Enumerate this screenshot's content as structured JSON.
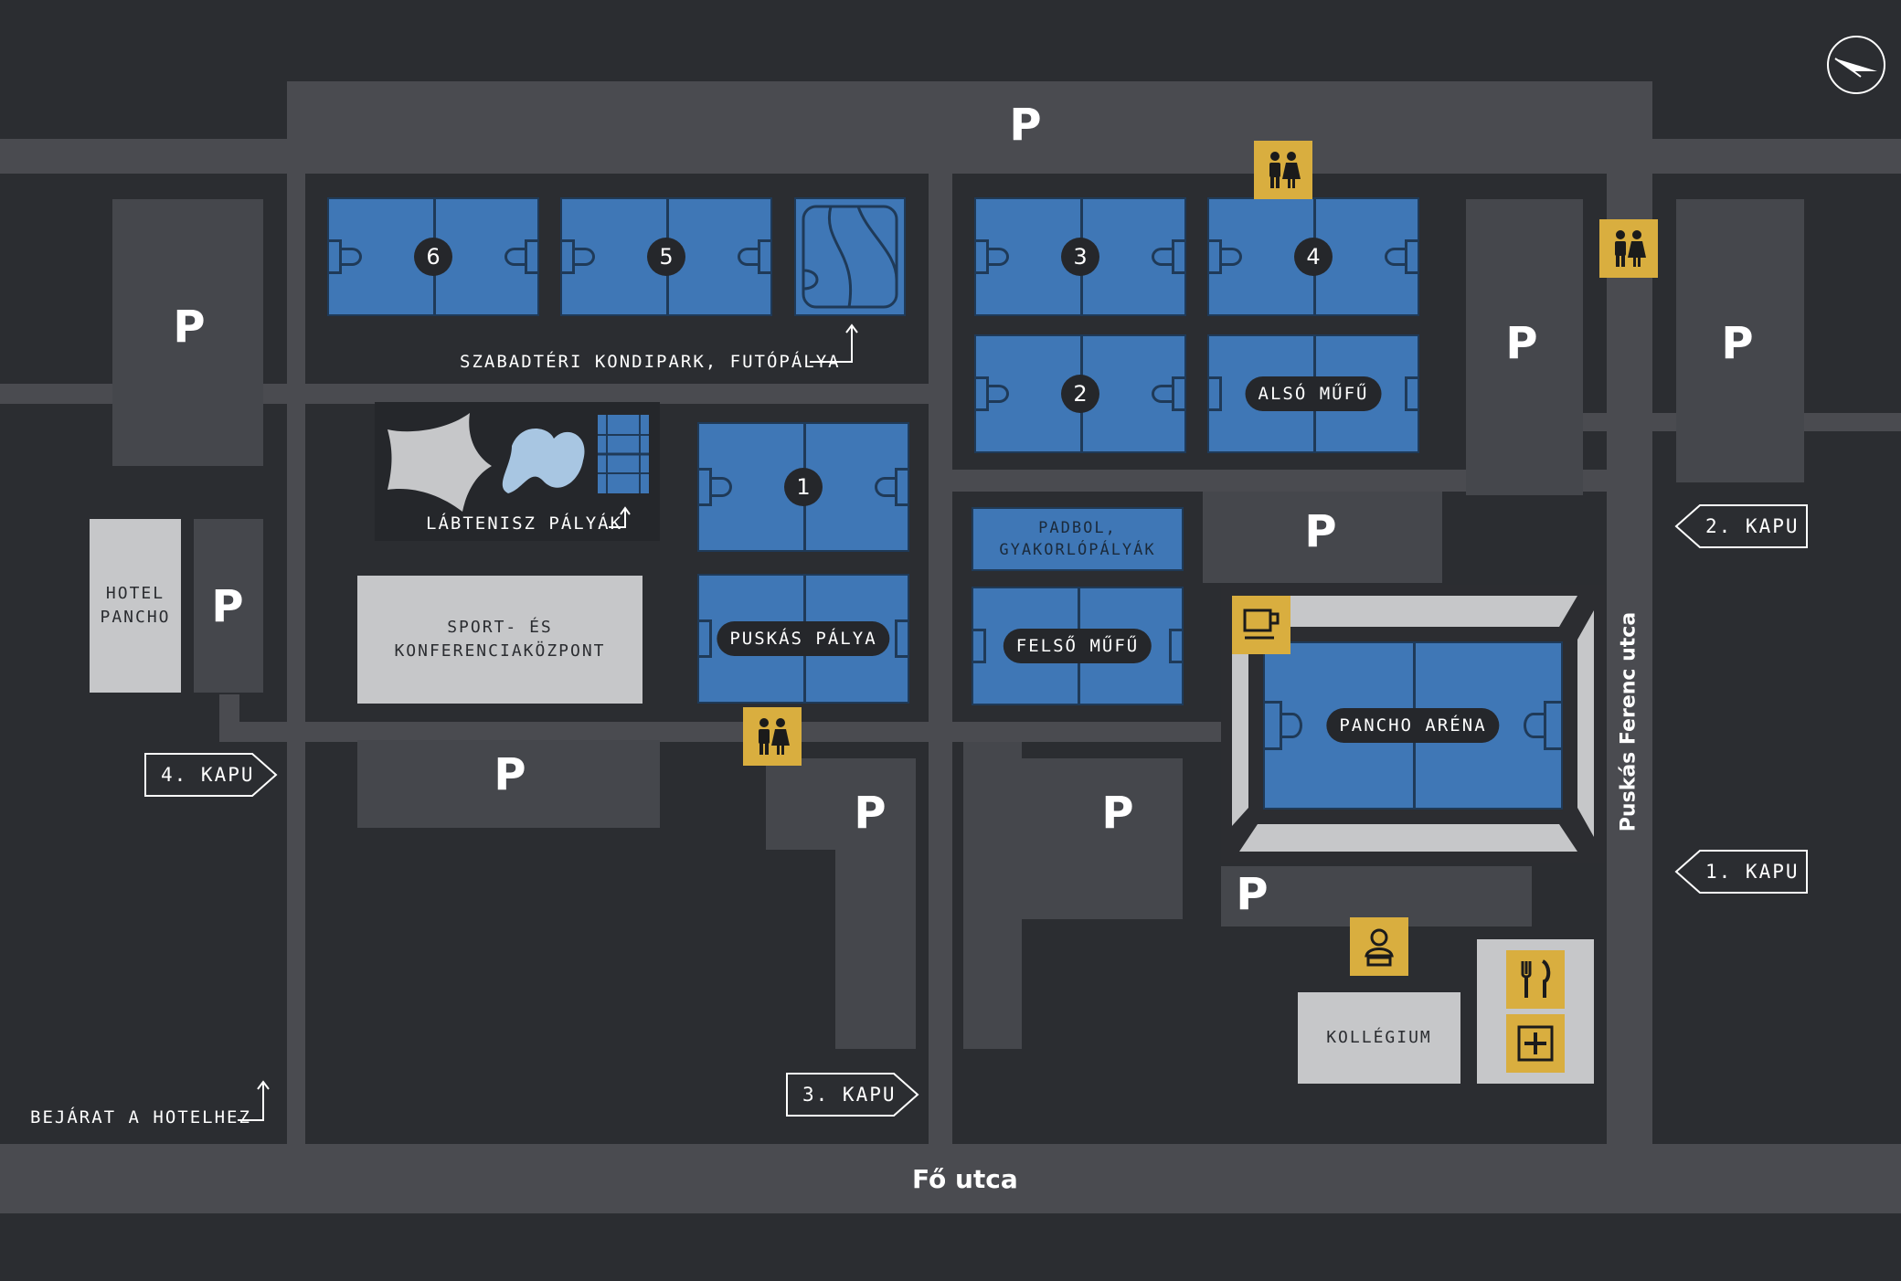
{
  "colors": {
    "background": "#2b2d31",
    "road": "#4a4b50",
    "parking": "#45474c",
    "field": "#3f77b6",
    "building": "#c6c7c9",
    "icon_accent": "#d9ae3f"
  },
  "parking": {
    "label": "P"
  },
  "fields": {
    "f6": "6",
    "f5": "5",
    "f3": "3",
    "f4": "4",
    "f2": "2",
    "f1": "1",
    "also_mufu": "ALSÓ MŰFŰ",
    "puskas": "PUSKÁS PÁLYA",
    "felso_mufu": "FELSŐ MŰFŰ",
    "arena": "PANCHO ARÉNA",
    "padbol": "PADBOL,\nGYAKORLÓPÁLYÁK"
  },
  "labels": {
    "kondipark": "SZABADTÉRI KONDIPARK, FUTÓPÁLYA",
    "labtenisz": "LÁBTENISZ PÁLYÁK",
    "hotel_entrance": "BEJÁRAT A HOTELHEZ"
  },
  "buildings": {
    "hotel": "HOTEL\nPANCHO",
    "sport_center": "SPORT- ÉS\nKONFERENCIAKÖZPONT",
    "kollegium": "KOLLÉGIUM"
  },
  "gates": {
    "kapu1": "1. KAPU",
    "kapu2": "2. KAPU",
    "kapu3": "3. KAPU",
    "kapu4": "4. KAPU"
  },
  "streets": {
    "main": "Fő utca",
    "side": "Puskás Ferenc utca"
  },
  "icons": {
    "restroom": "restroom-icon",
    "cafe": "coffee-cup-icon",
    "bust": "bust-statue-icon",
    "restaurant": "fork-knife-icon",
    "first_aid": "first-aid-icon",
    "compass": "compass-icon"
  }
}
